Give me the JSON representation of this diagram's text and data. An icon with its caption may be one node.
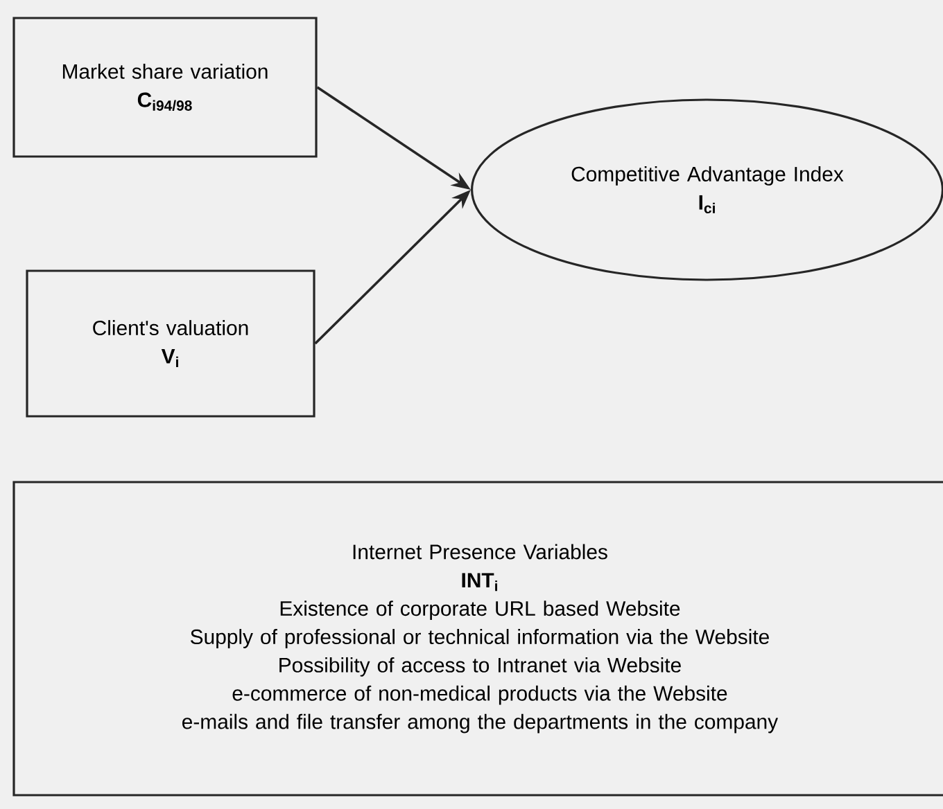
{
  "diagram": {
    "nodes": [
      {
        "text": [
          "Market share variation",
          "C$_{i94/98}$"
        ]
      },
      {
        "text": [
          "Competitive Advantage Index",
          "I$_{ci}$"
        ]
      },
      {
        "text": [
          "Client's valuation",
          "V$_{i}$"
        ]
      },
      {
        "text": [
          "Internet Presence Variables",
          "INT$_{i}$",
          "Existence of corporate URL based Website",
          "Supply of professional or technical information via the Website",
          "Possibility of access to Intranet via Website",
          "e-commerce of non-medical products via the Website",
          "e-mails and file transfer among the departments in the company"
        ]
      }
    ],
    "edges": [
      {
        "from": 0,
        "to": 1,
        "arrow": "to"
      },
      {
        "from": 2,
        "to": 1,
        "arrow": "to"
      }
    ]
  }
}
